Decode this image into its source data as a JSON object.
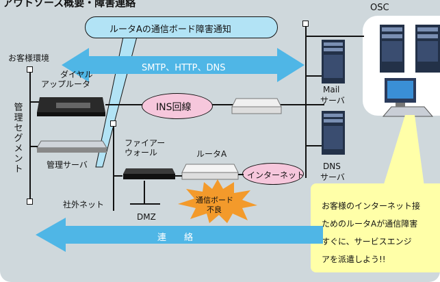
{
  "header": {
    "title_partial": "アウトソース概要・障害連絡",
    "osc_label": "OSC"
  },
  "callout_top": {
    "text": "ルータAの通信ボード障害通知"
  },
  "big_arrow_top": {
    "text": "SMTP、HTTP、DNS"
  },
  "customer_env": {
    "label": "お客様環境"
  },
  "dialup_router": {
    "label_line1": "ダイヤル",
    "label_line2": "アップルータ"
  },
  "ins_line": {
    "label": "INS回線"
  },
  "mgmt_segment": {
    "label": "管理セグメント"
  },
  "mgmt_server": {
    "label": "管理サーバ"
  },
  "firewall": {
    "label_line1": "ファイアー",
    "label_line2": "ウォール"
  },
  "router_a": {
    "label": "ルータA"
  },
  "internet": {
    "label": "インターネット"
  },
  "failure_burst": {
    "line1": "通信ボード",
    "line2": "不良"
  },
  "external_net": {
    "label": "社外ネット"
  },
  "dmz": {
    "label": "DMZ"
  },
  "mail_server": {
    "label_line1": "Mail",
    "label_line2": "サーバ"
  },
  "dns_server": {
    "label_line1": "DNS",
    "label_line2": "サーバ"
  },
  "message_box": {
    "line1": "お客様のインターネット接",
    "line2": "ためのルータAが通信障害",
    "line3": "すぐに、サービスエンジ",
    "line4": "アを派遣しよう!!"
  },
  "bottom_arrow": {
    "text": "連　　絡"
  },
  "colors": {
    "panel": "#cfd8dc",
    "arrow_blue": "#4fb6e6",
    "message_bg": "#ffffa8",
    "burst": "#f39a2b",
    "oval_pink": "#f6c7dc"
  }
}
